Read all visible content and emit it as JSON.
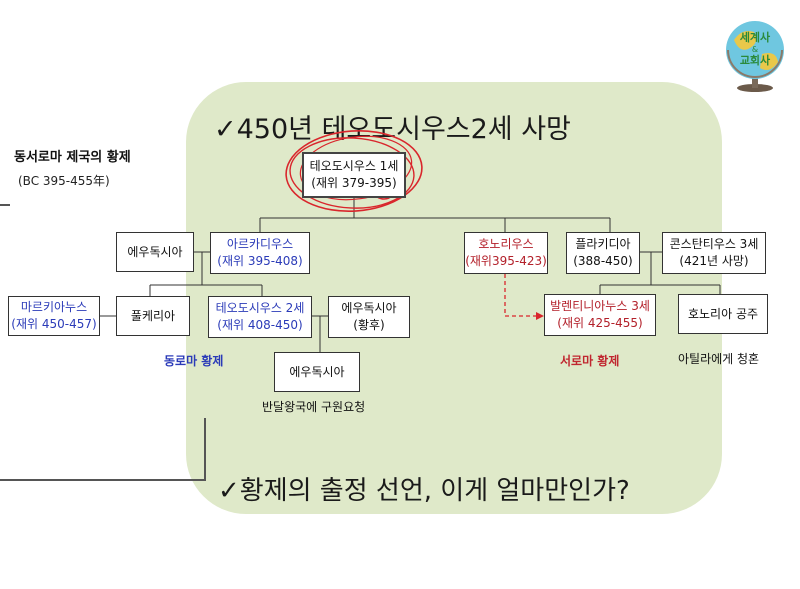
{
  "slide": {
    "top_heading": "✓450년 테오도시우스2세 사망",
    "bottom_heading": "✓황제의 출정 선언, 이게 얼마만인가?",
    "chart_title": "동서로마 제국의 황제",
    "chart_subtitle": "(BC 395-455年)"
  },
  "logo": {
    "text_top": "세계사",
    "text_mid": "&",
    "text_bottom": "교회사"
  },
  "nodes": {
    "theodosius1": {
      "name": "테오도시우스 1세",
      "reign": "(재위 379-395)"
    },
    "eudoxia_left": {
      "name": "에우독시아"
    },
    "arcadius": {
      "name": "아르카디우스",
      "reign": "(재위 395-408)"
    },
    "honorius": {
      "name": "호노리우스",
      "reign": "(재위395-423)"
    },
    "placidia": {
      "name": "플라키디아",
      "reign": "(388-450)"
    },
    "constantius3": {
      "name": "콘스탄티우스 3세",
      "reign": "(421년 사망)"
    },
    "marcian": {
      "name": "마르키아누스",
      "reign": "(재위 450-457)"
    },
    "pulcheria": {
      "name": "풀케리아"
    },
    "theodosius2": {
      "name": "테오도시우스 2세",
      "reign": "(재위 408-450)"
    },
    "eudoxia_empress": {
      "name": "에우독시아",
      "reign": "(황후)"
    },
    "valentinian3": {
      "name": "발렌티니아누스 3세",
      "reign": "(재위 425-455)"
    },
    "honoria": {
      "name": "호노리아 공주"
    },
    "eudoxia_bottom": {
      "name": "에우독시아"
    }
  },
  "captions": {
    "east": "동로마 황제",
    "west": "서로마 황제",
    "vandal": "반달왕국에 구원요청",
    "attila": "아틸라에게 청혼"
  },
  "colors": {
    "band": "#dfe9c9",
    "east": "#2b3bb8",
    "west": "#b3202a",
    "annotation": "#d9262c"
  }
}
